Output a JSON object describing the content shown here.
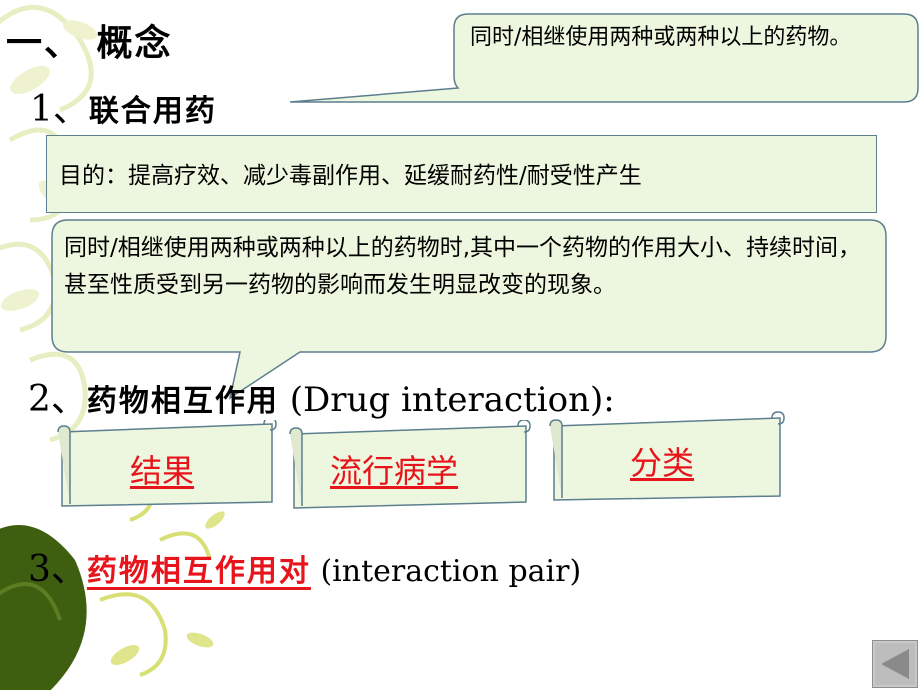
{
  "section_title": "一、 概念",
  "item1": {
    "number": "1、",
    "label": "联合用药"
  },
  "callout_top": {
    "text": "同时/相继使用两种或两种以上的药物。"
  },
  "purpose_box": {
    "text": "目的：提高疗效、减少毒副作用、延缓耐药性/耐受性产生"
  },
  "definition_callout": {
    "text": "同时/相继使用两种或两种以上的药物时,其中一个药物的作用大小、持续时间，甚至性质受到另一药物的影响而发生明显改变的现象。"
  },
  "item2": {
    "number": "2、",
    "label": "药物相互作用",
    "english": " (Drug interaction):"
  },
  "scrolls": [
    {
      "label": "结果"
    },
    {
      "label": "流行病学"
    },
    {
      "label": "分类"
    }
  ],
  "item3": {
    "number": "3、",
    "label": "药物相互作用对",
    "english": " (interaction pair)"
  },
  "nav": {
    "icon": "back-arrow-icon"
  },
  "colors": {
    "accent_red": "#e8141b",
    "box_fill": "#edf7df",
    "box_border": "#5d7e8e",
    "leaf_green": "#3f5f10"
  }
}
